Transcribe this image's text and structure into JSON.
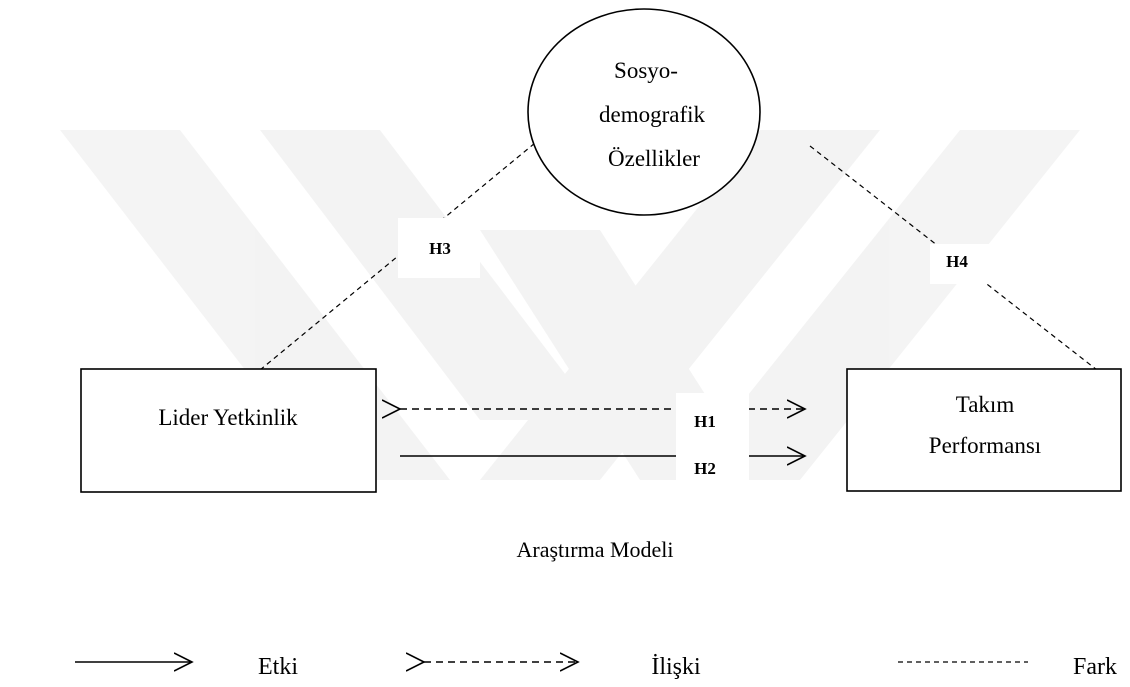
{
  "diagram": {
    "nodes": {
      "socio": {
        "lines": [
          "Sosyo-",
          "demografik",
          "Özellikler"
        ]
      },
      "leader": {
        "lines": [
          "Lider Yetkinlik"
        ]
      },
      "team": {
        "lines": [
          "Takım",
          "Performansı"
        ]
      }
    },
    "hypotheses": {
      "h1": "H1",
      "h2": "H2",
      "h3": "H3",
      "h4": "H4"
    },
    "caption": "Araştırma Modeli",
    "legend": {
      "effect": "Etki",
      "relation": "İlişki",
      "difference": "Fark"
    }
  }
}
